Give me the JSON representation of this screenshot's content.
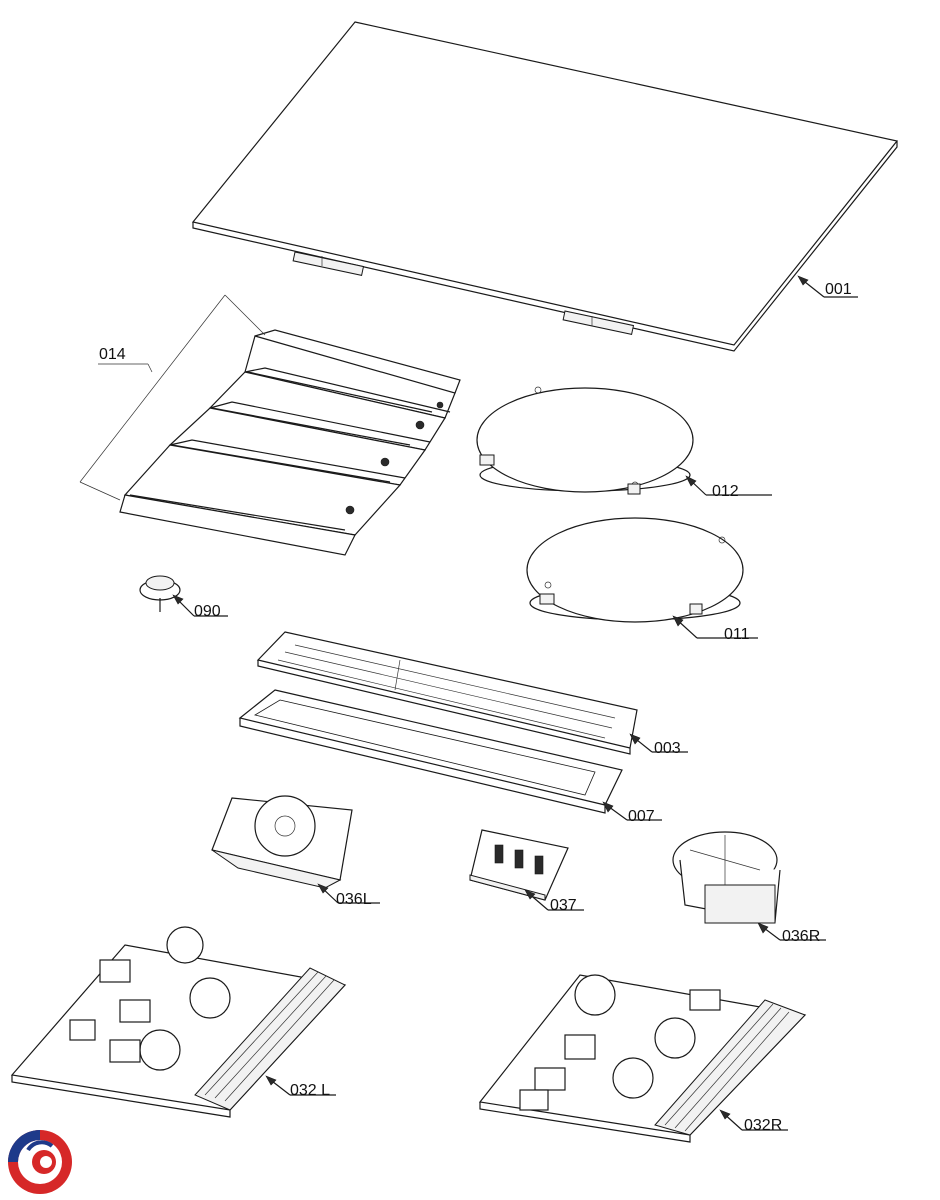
{
  "parts": [
    {
      "id": "top-glass",
      "label": "001"
    },
    {
      "id": "induction-coil-group",
      "label": "014"
    },
    {
      "id": "coil-012",
      "label": "012"
    },
    {
      "id": "coil-011",
      "label": "011"
    },
    {
      "id": "sensor",
      "label": "090"
    },
    {
      "id": "control-panel",
      "label": "003"
    },
    {
      "id": "control-frame",
      "label": "007"
    },
    {
      "id": "fan-left",
      "label": "036L"
    },
    {
      "id": "terminal-block",
      "label": "037"
    },
    {
      "id": "fan-right",
      "label": "036R"
    },
    {
      "id": "power-board-left",
      "label": "032 L"
    },
    {
      "id": "power-board-right",
      "label": "032R"
    }
  ],
  "colors": {
    "line": "#1a1a1a",
    "logo_blue": "#1e3a8a",
    "logo_red": "#d62828"
  }
}
